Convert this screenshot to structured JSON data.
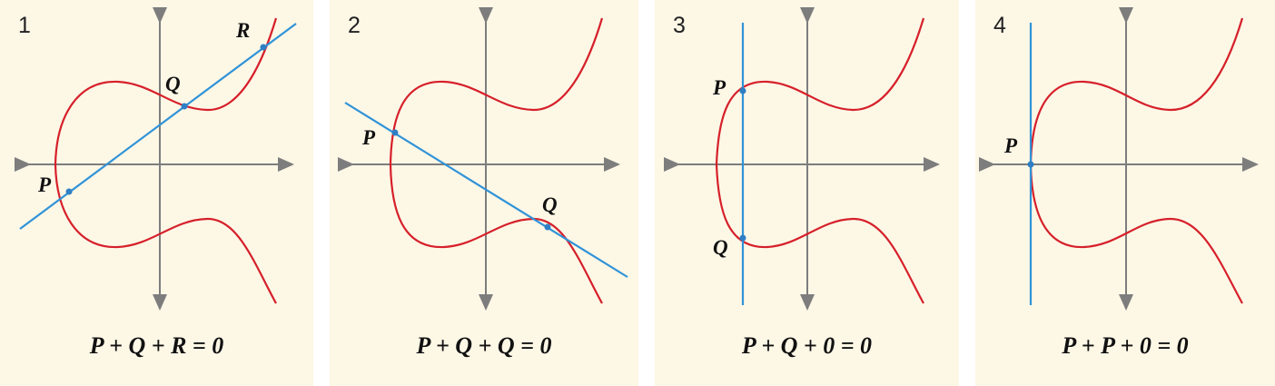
{
  "colors": {
    "background": "#fdf7e6",
    "curve": "#d6202a",
    "line": "#2f93d8",
    "axis": "#7d7d7d",
    "text": "#111111"
  },
  "panels": [
    {
      "number": "1",
      "points": {
        "p": "P",
        "q": "Q",
        "r": "R"
      },
      "caption": "P + Q + R = 0"
    },
    {
      "number": "2",
      "points": {
        "p": "P",
        "q": "Q"
      },
      "caption": "P + Q + Q = 0"
    },
    {
      "number": "3",
      "points": {
        "p": "P",
        "q": "Q"
      },
      "caption": "P + Q + 0 = 0"
    },
    {
      "number": "4",
      "points": {
        "p": "P"
      },
      "caption": "P + P + 0 = 0"
    }
  ]
}
